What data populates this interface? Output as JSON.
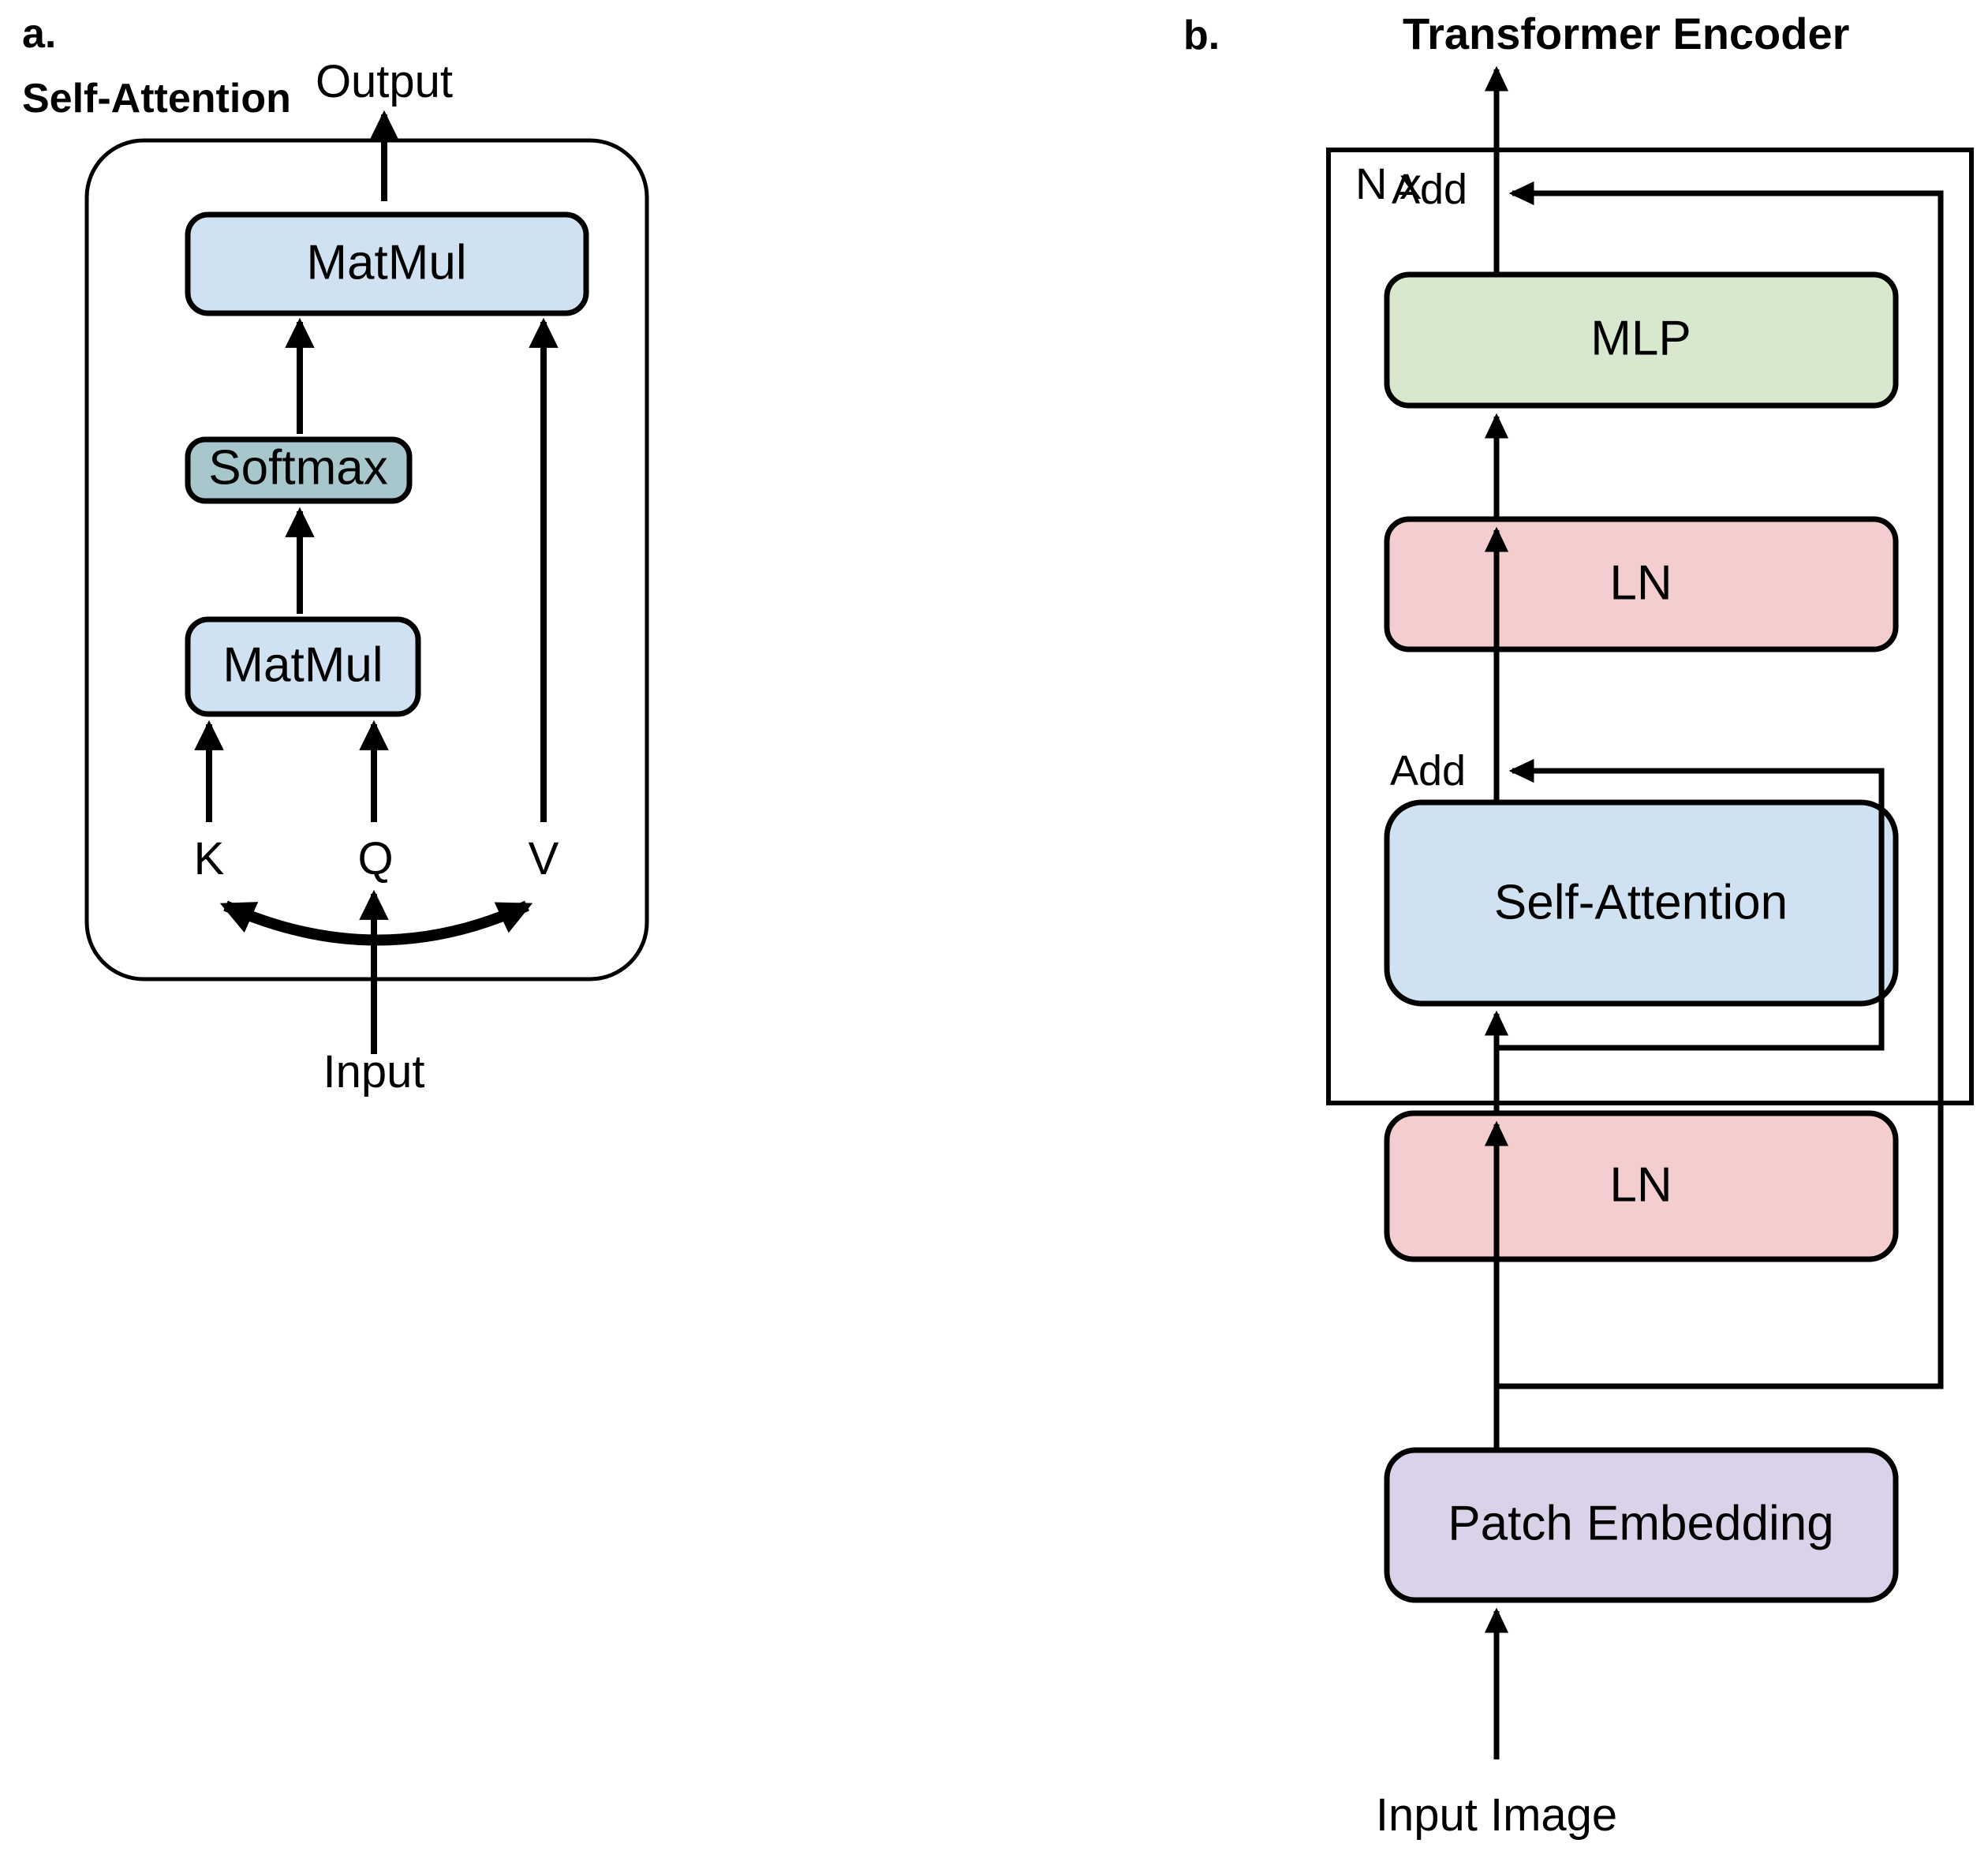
{
  "figure": {
    "panels": [
      {
        "letter": "a.",
        "title": "Self-Attention",
        "output_label": "Output",
        "input_label": "Input",
        "nodes": [
          {
            "label": "MatMul",
            "color": "#d0e2f2"
          },
          {
            "label": "Softmax",
            "color": "#a7c7cc"
          },
          {
            "label": "MatMul",
            "color": "#d0e2f2"
          }
        ],
        "qkv": [
          "K",
          "Q",
          "V"
        ]
      },
      {
        "letter": "b.",
        "title": "Transformer Encoder",
        "repeat_label": "N x",
        "residual_top_label": "Add",
        "residual_bottom_label": "Add",
        "input_label": "Input Image",
        "nodes": [
          {
            "label": "MLP",
            "color": "#d8e8ce"
          },
          {
            "label": "LN",
            "color": "#f4cece"
          },
          {
            "label": "Self-Attention",
            "color": "#d0e2f2"
          },
          {
            "label": "LN",
            "color": "#f4cece"
          },
          {
            "label": "Patch Embedding",
            "color": "#d9d2e9"
          }
        ]
      }
    ],
    "colors": {
      "matmul_blue": "#d0e2f2",
      "softmax_teal": "#a7c7cc",
      "mlp_green": "#d8e8ce",
      "ln_pink": "#f4cece",
      "patch_purple": "#d9d2e9",
      "stroke": "#000000",
      "background": "#ffffff"
    }
  }
}
